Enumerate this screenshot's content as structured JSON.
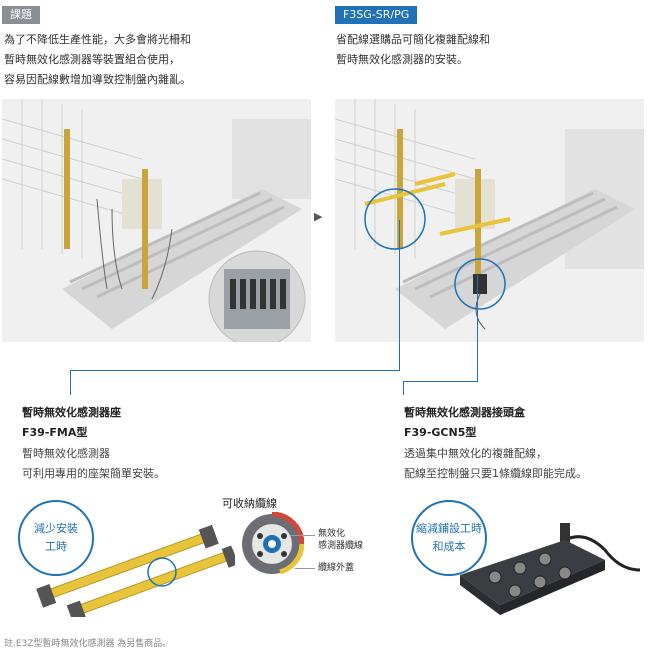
{
  "left": {
    "tag": "課題",
    "lines": [
      "為了不降低生產性能，大多會將光柵和",
      "暫時無效化感測器等裝置組合使用，",
      "容易因配線數增加導致控制盤內雜亂。"
    ]
  },
  "right": {
    "tag": "F3SG-SR/PG",
    "lines": [
      "省配線選購品可簡化複雜配線和",
      "暫時無效化感測器的安裝。"
    ]
  },
  "arrow": "▶",
  "product_a": {
    "title": "暫時無效化感測器座",
    "model": "F39-FMA型",
    "lines": [
      "暫時無效化感測器",
      "可利用專用的座架簡單安裝。"
    ],
    "badge": [
      "減少安裝",
      "工時"
    ]
  },
  "product_b": {
    "title": "暫時無效化感測器接頭盒",
    "model": "F39-GCN5型",
    "lines": [
      "透過集中無效化的複雜配線，",
      "配線至控制盤只要1條纜線即能完成。"
    ],
    "badge": [
      "縮減鋪設工時",
      "和成本"
    ]
  },
  "cable": {
    "title": "可收納纜線",
    "label_1": [
      "無效化",
      "感測器纜線"
    ],
    "label_2": "纜線外蓋"
  },
  "note": "註.E3Z型暫時無效化感測器 為另售商品。",
  "colors": {
    "accent": "#1f72b8",
    "tag_gray": "#8a8f96",
    "yellow": "#e8c43a"
  }
}
